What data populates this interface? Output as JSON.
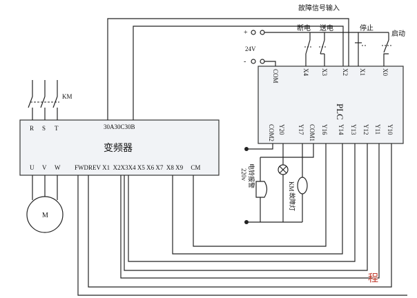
{
  "vfd": {
    "name": "变频器",
    "input_labels": [
      "R",
      "S",
      "T"
    ],
    "relay_label": "30A30C30B",
    "output_labels": [
      "U",
      "V",
      "W"
    ],
    "control_label": "FWDREV X1  X2X3X4 X5 X6 X7  X8 X9     CM"
  },
  "contactor_label": "KM",
  "motor_label": "M",
  "plc": {
    "name": "PLC",
    "inputs": [
      "X4",
      "X3",
      "X2",
      "X1",
      "X0"
    ],
    "input_com": "COM",
    "outputs": [
      "Y20",
      "Y17",
      "COM1",
      "Y16",
      "Y14",
      "Y13",
      "Y12",
      "Y11",
      "Y10"
    ],
    "output_com": "COM2"
  },
  "supply": {
    "plus": "+",
    "minus": "-",
    "voltage": "24V"
  },
  "switches": {
    "fault_input": "故障信号输入",
    "power_off": "断电",
    "power_on": "送电",
    "stop": "停止",
    "start": "启动"
  },
  "loads": {
    "alarm": "电铃报警",
    "alarm_voltage": "220v",
    "fault_lamp": "故障灯",
    "km_coil": "KM"
  },
  "watermark": "程"
}
